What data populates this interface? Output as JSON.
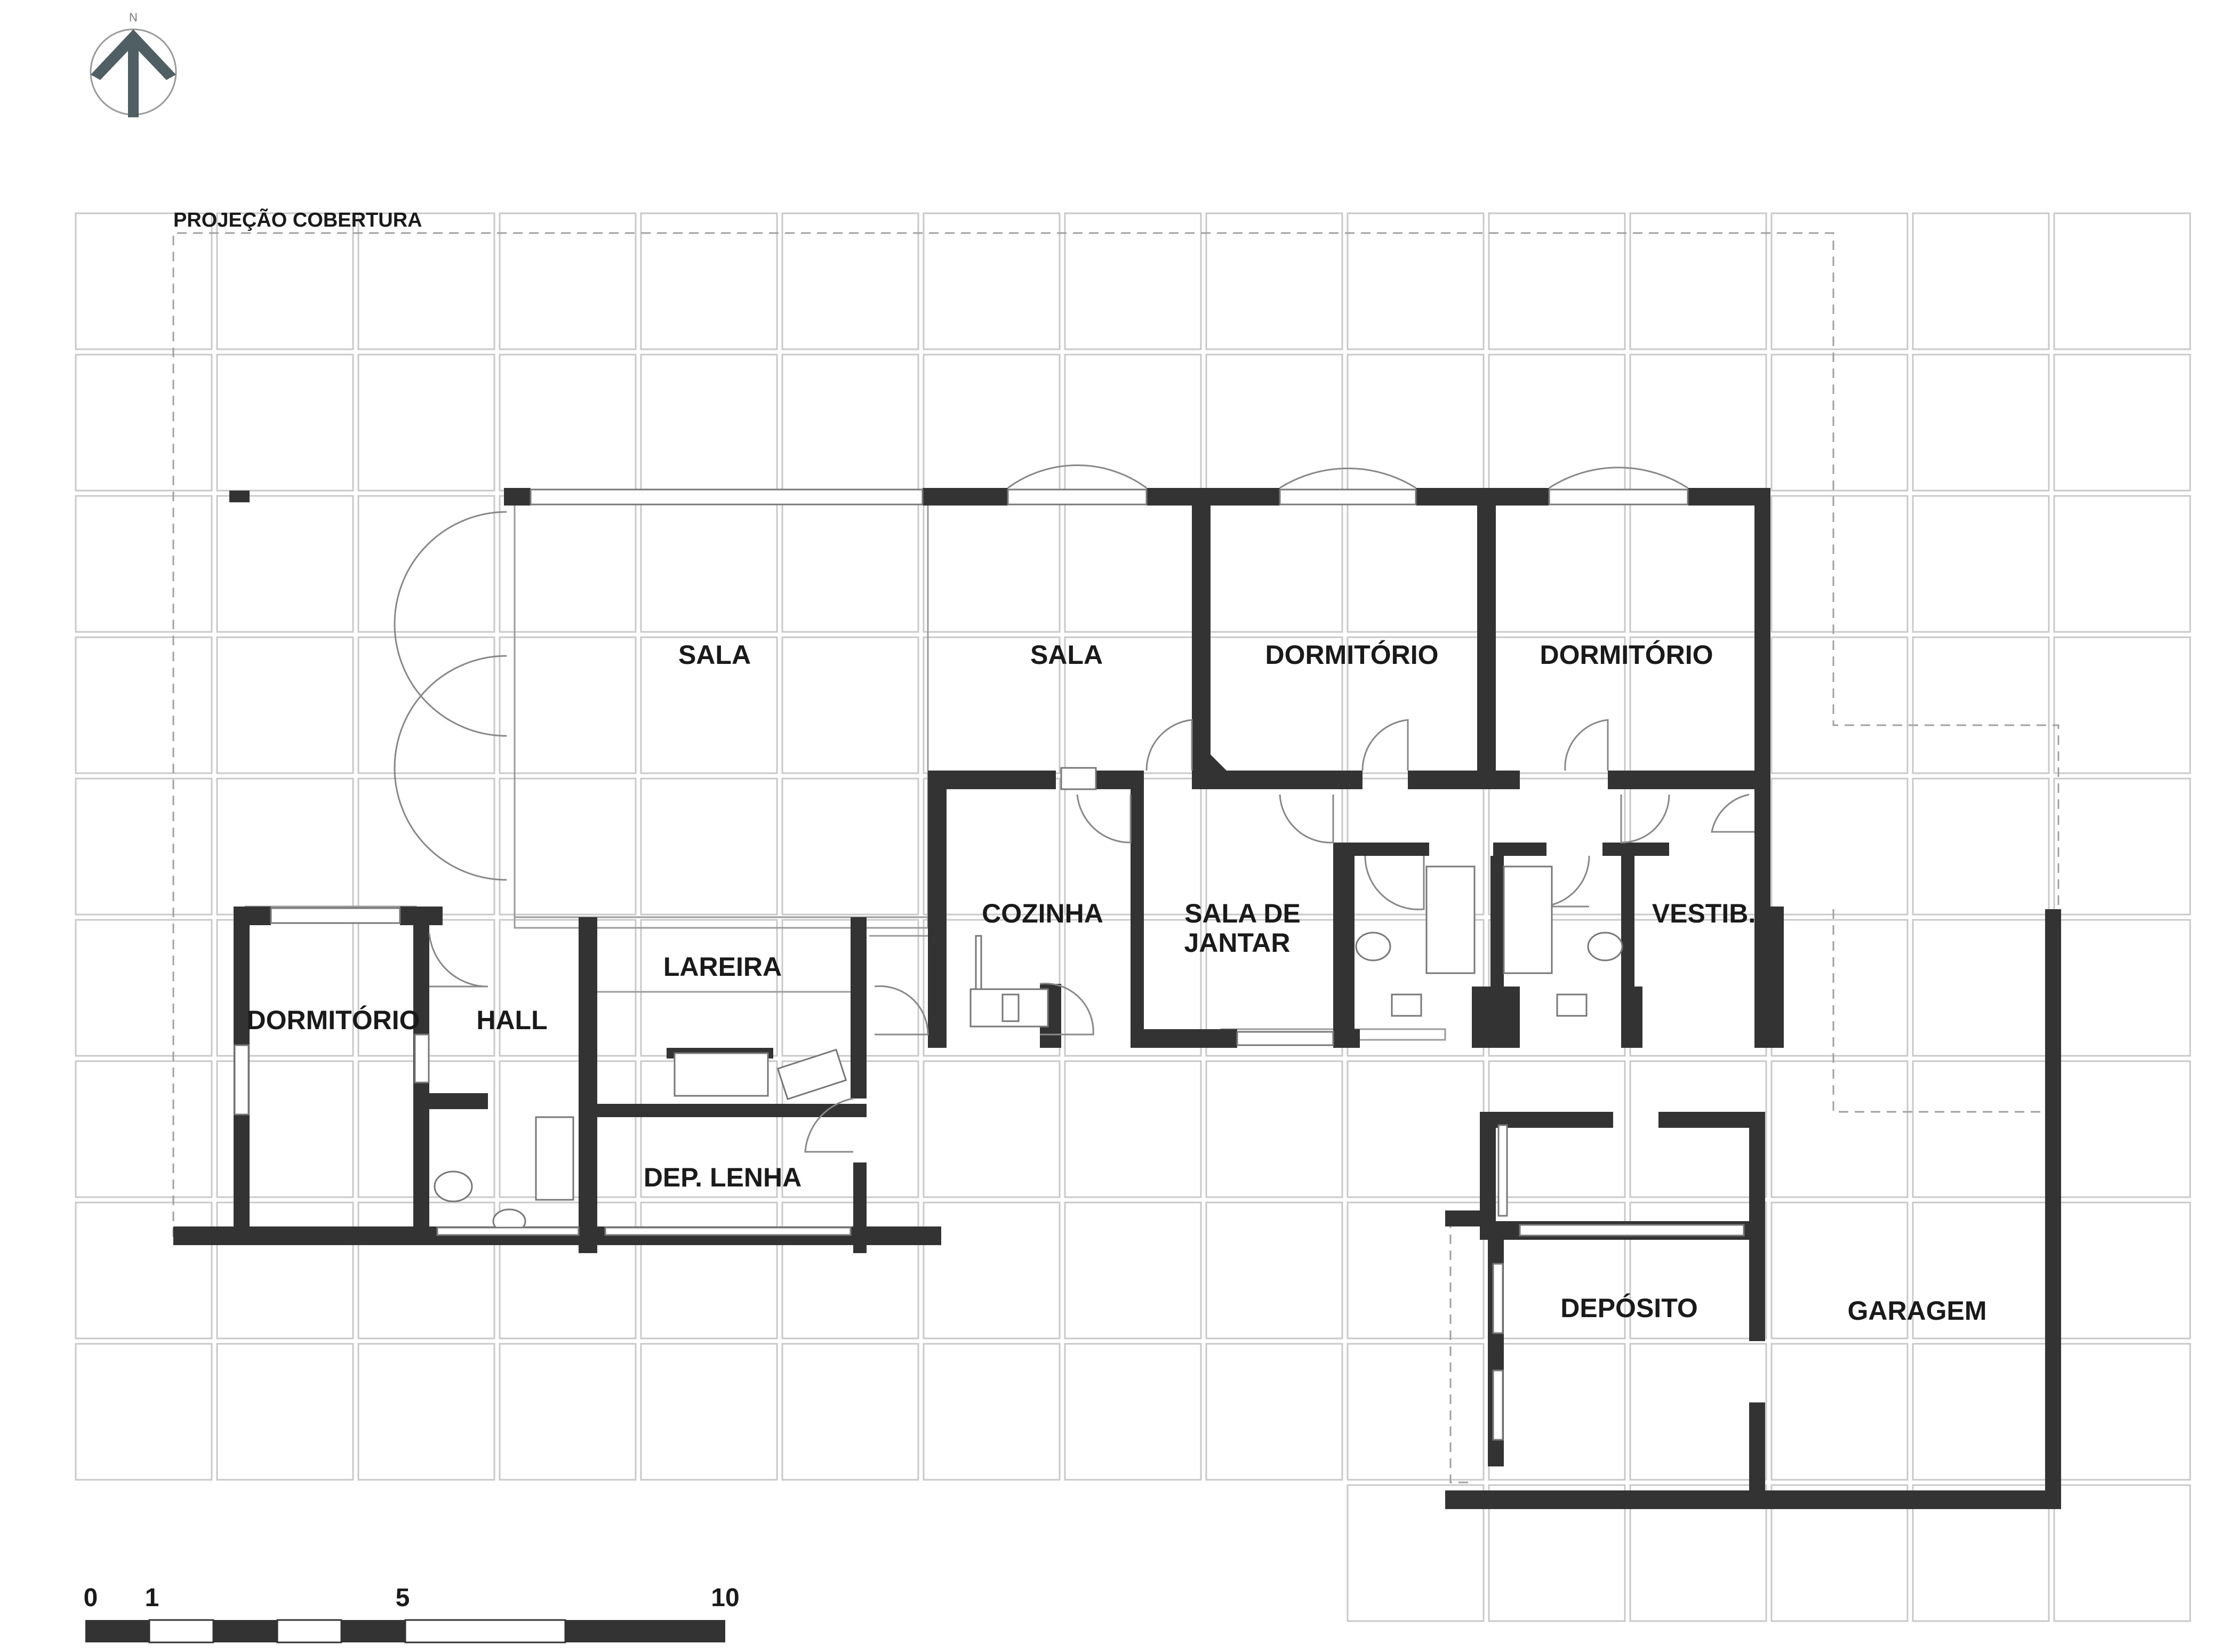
{
  "labels": {
    "roof_projection": "PROJEÇÃO COBERTURA",
    "sala_1": "SALA",
    "sala_2": "SALA",
    "dormitorio_1": "DORMITÓRIO",
    "dormitorio_2": "DORMITÓRIO",
    "dormitorio_3": "DORMITÓRIO",
    "cozinha": "COZINHA",
    "sala_de_jantar_line1": "SALA DE",
    "sala_de_jantar_line2": "JANTAR",
    "vestibulo": "VESTIB.",
    "lareira": "LAREIRA",
    "hall": "HALL",
    "dep_lenha": "DEP. LENHA",
    "deposito": "DEPÓSITO",
    "garagem": "GARAGEM"
  },
  "north_arrow": {
    "letter": "N",
    "icon": "north-arrow-icon",
    "color": "#4f5f63"
  },
  "scale_bar": {
    "ticks": [
      "0",
      "1",
      "5",
      "10"
    ]
  },
  "colors": {
    "wall": "#333333",
    "tile_grid": "#c9c9c9",
    "background": "#ffffff"
  }
}
